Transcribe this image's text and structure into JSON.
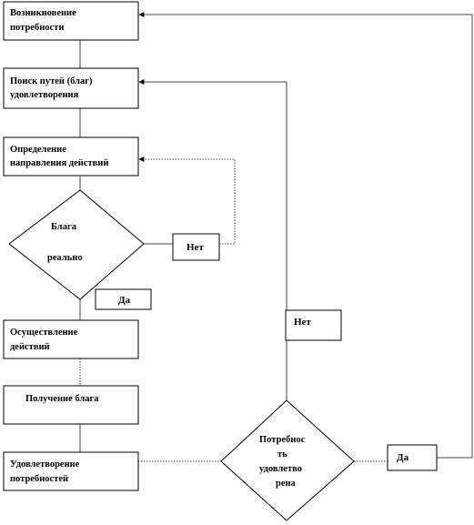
{
  "boxes": {
    "need_arises": [
      "Возникновение",
      "потребности"
    ],
    "search_ways": [
      "Поиск путей (благ)",
      "удовлетворения"
    ],
    "define_direction": [
      "Определение",
      "направления действий"
    ],
    "perform_actions": [
      "Осуществление",
      "действий"
    ],
    "obtain_benefit": [
      "Получение блага"
    ],
    "satisfy_needs": [
      "Удовлетворение",
      "потребностей"
    ]
  },
  "decisions": {
    "benefit_real": [
      "Блага",
      "реально"
    ],
    "need_satisfied": [
      "Потребнос",
      "ть",
      "удовлетво",
      "рена"
    ]
  },
  "labels": {
    "no_1": "Нет",
    "yes_1": "Да",
    "no_2": "Нет",
    "yes_2": "Да"
  }
}
